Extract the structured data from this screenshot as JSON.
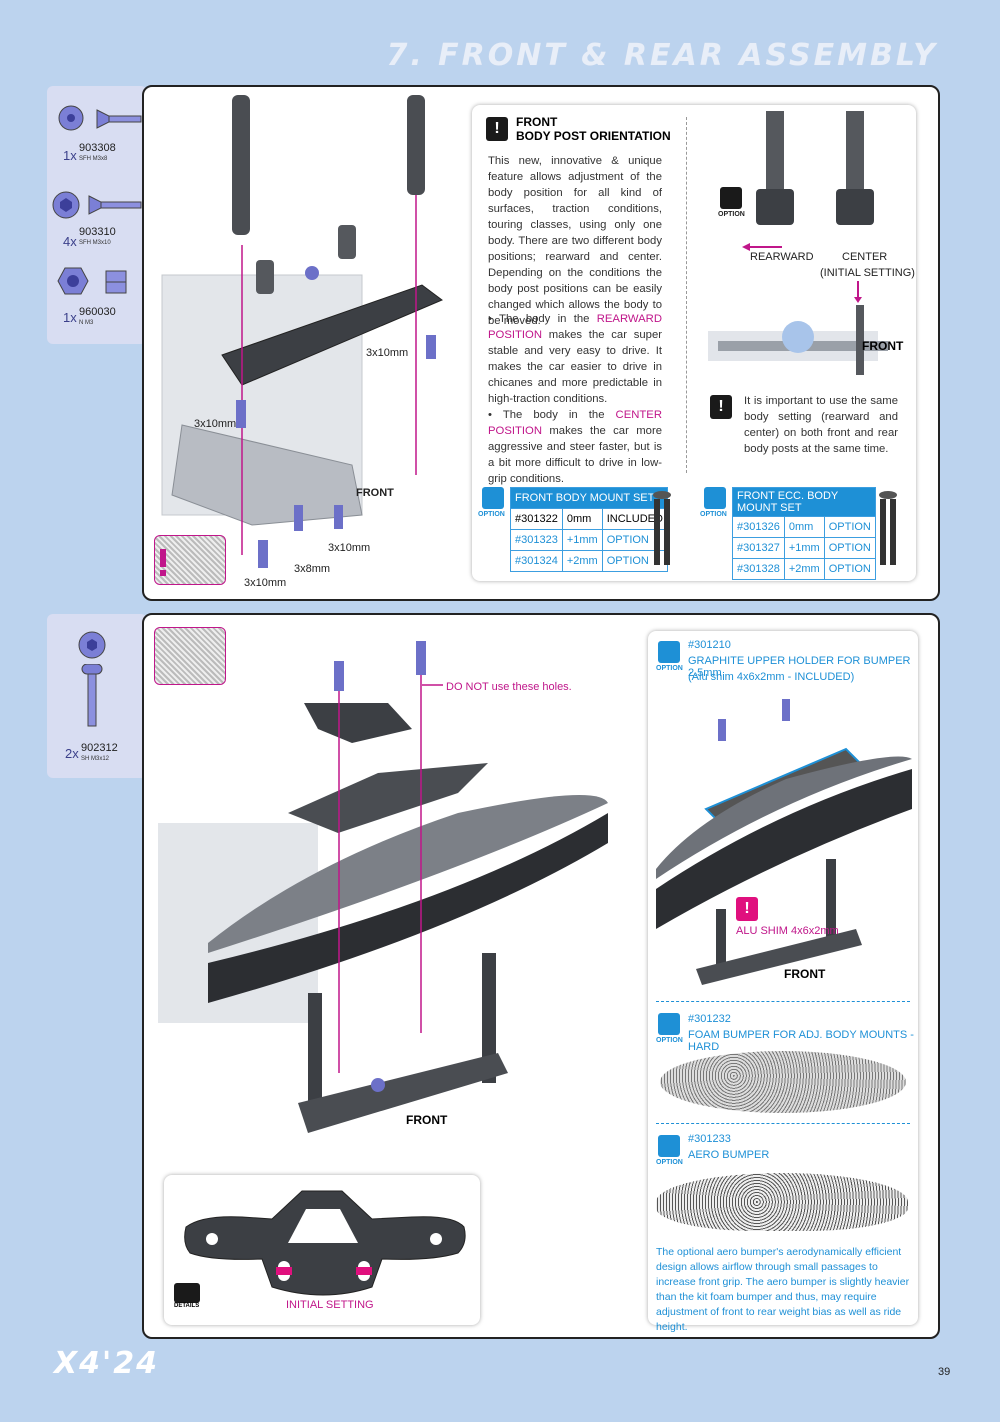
{
  "header": {
    "section_title": "7. FRONT & REAR ASSEMBLY"
  },
  "parts_top": [
    {
      "qty": "1x",
      "number": "903308",
      "desc": "SFH M3x8"
    },
    {
      "qty": "4x",
      "number": "903310",
      "desc": "SFH M3x10"
    },
    {
      "qty": "1x",
      "number": "960030",
      "desc": "N M3"
    }
  ],
  "parts_bottom": [
    {
      "qty": "2x",
      "number": "902312",
      "desc": "SH M3x12"
    }
  ],
  "step1": {
    "labels": {
      "s1": "3x10mm",
      "s2": "3x10mm",
      "s3": "3x10mm",
      "s4": "3x8mm",
      "s5": "3x10mm",
      "front": "FRONT"
    },
    "info": {
      "heading_front": "FRONT",
      "heading": "BODY POST ORIENTATION",
      "paragraph": "This new, innovative & unique feature allows adjustment of the body position for all kind of surfaces, traction conditions, touring classes, using only one body. There are two different body positions; rearward and center. Depending on the conditions the body post positions can be easily changed which allows the body to be moved.",
      "bullet1_pre": "• The body in the ",
      "bullet1_hl": "REARWARD POSITION",
      "bullet1_post": " makes the car super stable and very easy to drive. It makes the car easier to drive in chicanes and more predictable in high-traction conditions.",
      "bullet2_pre": "• The body in the ",
      "bullet2_hl": "CENTER POSITION",
      "bullet2_post": " makes the car more aggressive and steer faster, but is a bit more difficult to drive in low-grip conditions.",
      "option_label": "OPTION",
      "rearward": "REARWARD",
      "center": "CENTER",
      "initial": "(INITIAL SETTING)",
      "front2": "FRONT",
      "note": "It is important to use the same body setting (rearward and center) on both front and rear body posts at the same time."
    },
    "table1": {
      "title": "FRONT BODY MOUNT SET",
      "option": "OPTION",
      "rows": [
        {
          "code": "#301322",
          "size": "0mm",
          "status": "INCLUDED"
        },
        {
          "code": "#301323",
          "size": "+1mm",
          "status": "OPTION"
        },
        {
          "code": "#301324",
          "size": "+2mm",
          "status": "OPTION"
        }
      ]
    },
    "table2": {
      "title": "FRONT ECC. BODY MOUNT SET",
      "option": "OPTION",
      "rows": [
        {
          "code": "#301326",
          "size": "0mm",
          "status": "OPTION"
        },
        {
          "code": "#301327",
          "size": "+1mm",
          "status": "OPTION"
        },
        {
          "code": "#301328",
          "size": "+2mm",
          "status": "OPTION"
        }
      ]
    }
  },
  "step2": {
    "do_not": "DO NOT use these holes.",
    "front": "FRONT",
    "initial_setting": "INITIAL SETTING",
    "details": "DETAILS",
    "opt1": {
      "code": "#301210",
      "title": "GRAPHITE UPPER HOLDER FOR BUMPER 2.5mm",
      "sub": "(Alu shim 4x6x2mm - INCLUDED)",
      "option": "OPTION"
    },
    "alu_shim": "ALU SHIM 4x6x2mm",
    "front2": "FRONT",
    "opt2": {
      "code": "#301232",
      "title": "FOAM BUMPER FOR ADJ. BODY MOUNTS - HARD",
      "option": "OPTION"
    },
    "opt3": {
      "code": "#301233",
      "title": "AERO BUMPER",
      "option": "OPTION"
    },
    "aero_text": "The optional aero bumper's aerodynamically efficient design allows airflow through small passages to increase front grip. The aero bumper is slightly heavier than the kit foam bumper and thus, may require adjustment of front to rear weight bias as well as ride height."
  },
  "footer": {
    "logo": "X4'24",
    "page": "39"
  }
}
